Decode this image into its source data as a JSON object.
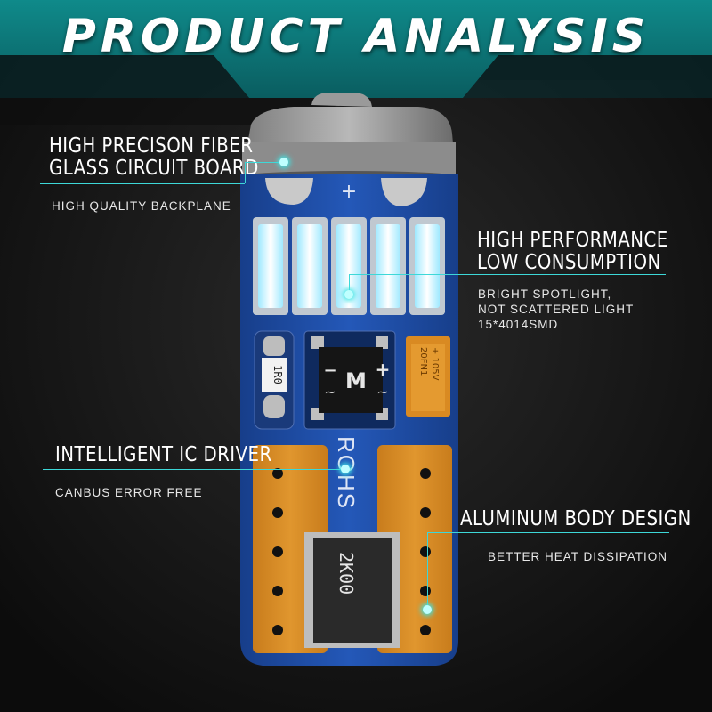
{
  "title": "PRODUCT ANALYSIS",
  "colors": {
    "accent": "#3dd8d8",
    "pcb": "#1f4fa8",
    "pad": "#d98a22",
    "led": "#e8fbff",
    "background": "#141414"
  },
  "callouts": {
    "circuit_board": {
      "heading": [
        "HIGH PRECISON FIBER",
        "GLASS CIRCUIT BOARD"
      ],
      "subtext": [
        "HIGH QUALITY BACKPLANE"
      ]
    },
    "performance": {
      "heading": [
        "HIGH PERFORMANCE",
        "LOW CONSUMPTION"
      ],
      "subtext": [
        "BRIGHT SPOTLIGHT,",
        "NOT SCATTERED LIGHT",
        "15*4014SMD"
      ]
    },
    "ic_driver": {
      "heading": [
        "INTELLIGENT IC DRIVER"
      ],
      "subtext": [
        "CANBUS ERROR FREE"
      ]
    },
    "aluminum": {
      "heading": [
        "ALUMINUM BODY DESIGN"
      ],
      "subtext": [
        "BETTER HEAT DISSIPATION"
      ]
    }
  },
  "board_labels": {
    "plus": "+",
    "minus": "−",
    "chip": "M",
    "resistor_small": "1R0",
    "capacitor": [
      "+ 105V",
      "20FN1"
    ],
    "rohs": "ROHS",
    "resistor_large": "2K00"
  }
}
